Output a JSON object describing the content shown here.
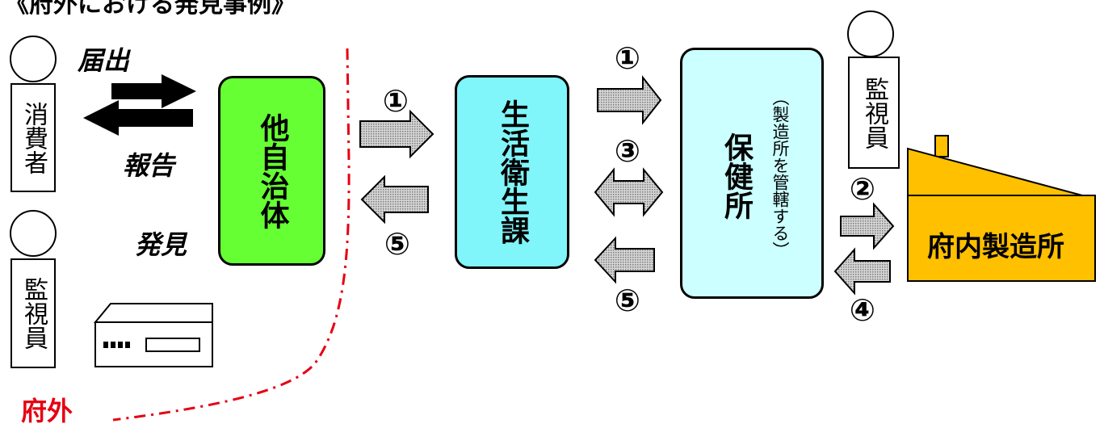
{
  "title": "《府外における発見事例》",
  "actors": {
    "consumer": "消費者",
    "monitor_left": "監視員",
    "monitor_right": "監視員"
  },
  "actions": {
    "notify": "届出",
    "report": "報告",
    "discover": "発見"
  },
  "orgs": {
    "other_municipality": "他自治体",
    "sanitation_division": "生活衛生課",
    "health_center": "保健所",
    "health_center_note": "（製造所を管轄する）",
    "factory": "府内製造所"
  },
  "steps": {
    "s1a": "①",
    "s5a": "⑤",
    "s1b": "①",
    "s3": "③",
    "s5b": "⑤",
    "s2": "②",
    "s4": "④"
  },
  "region_label": "府外",
  "colors": {
    "other_municipality_fill": "#66ff33",
    "sanitation_fill": "#80f5fa",
    "health_center_fill": "#ccffff",
    "factory_fill": "#ffc000",
    "boundary_line": "#e60012",
    "arrow_fill": "#b7b7b7"
  }
}
